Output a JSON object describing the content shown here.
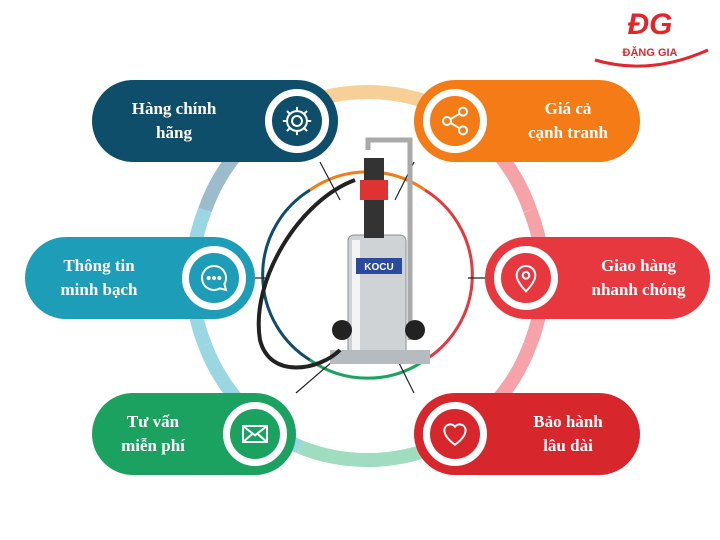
{
  "brand": {
    "logo_text": "ĐG",
    "name": "ĐẶNG GIA",
    "color": "#e3262b"
  },
  "features": [
    {
      "label": "Hàng chính\nhãng",
      "icon": "gear-icon",
      "color": "#0f4e6b"
    },
    {
      "label": "Giá cả\ncạnh tranh",
      "icon": "share-icon",
      "color": "#f47b16"
    },
    {
      "label": "Thông tin\nminh bạch",
      "icon": "chat-icon",
      "color": "#1e9db8"
    },
    {
      "label": "Giao hàng\nnhanh chóng",
      "icon": "location-pin-icon",
      "color": "#e8383f"
    },
    {
      "label": "Tư vấn\nmiễn phí",
      "icon": "mail-icon",
      "color": "#1ba260"
    },
    {
      "label": "Bảo hành\nlâu dài",
      "icon": "heart-icon",
      "color": "#d7262c"
    }
  ],
  "product": {
    "label": "KOCU"
  }
}
